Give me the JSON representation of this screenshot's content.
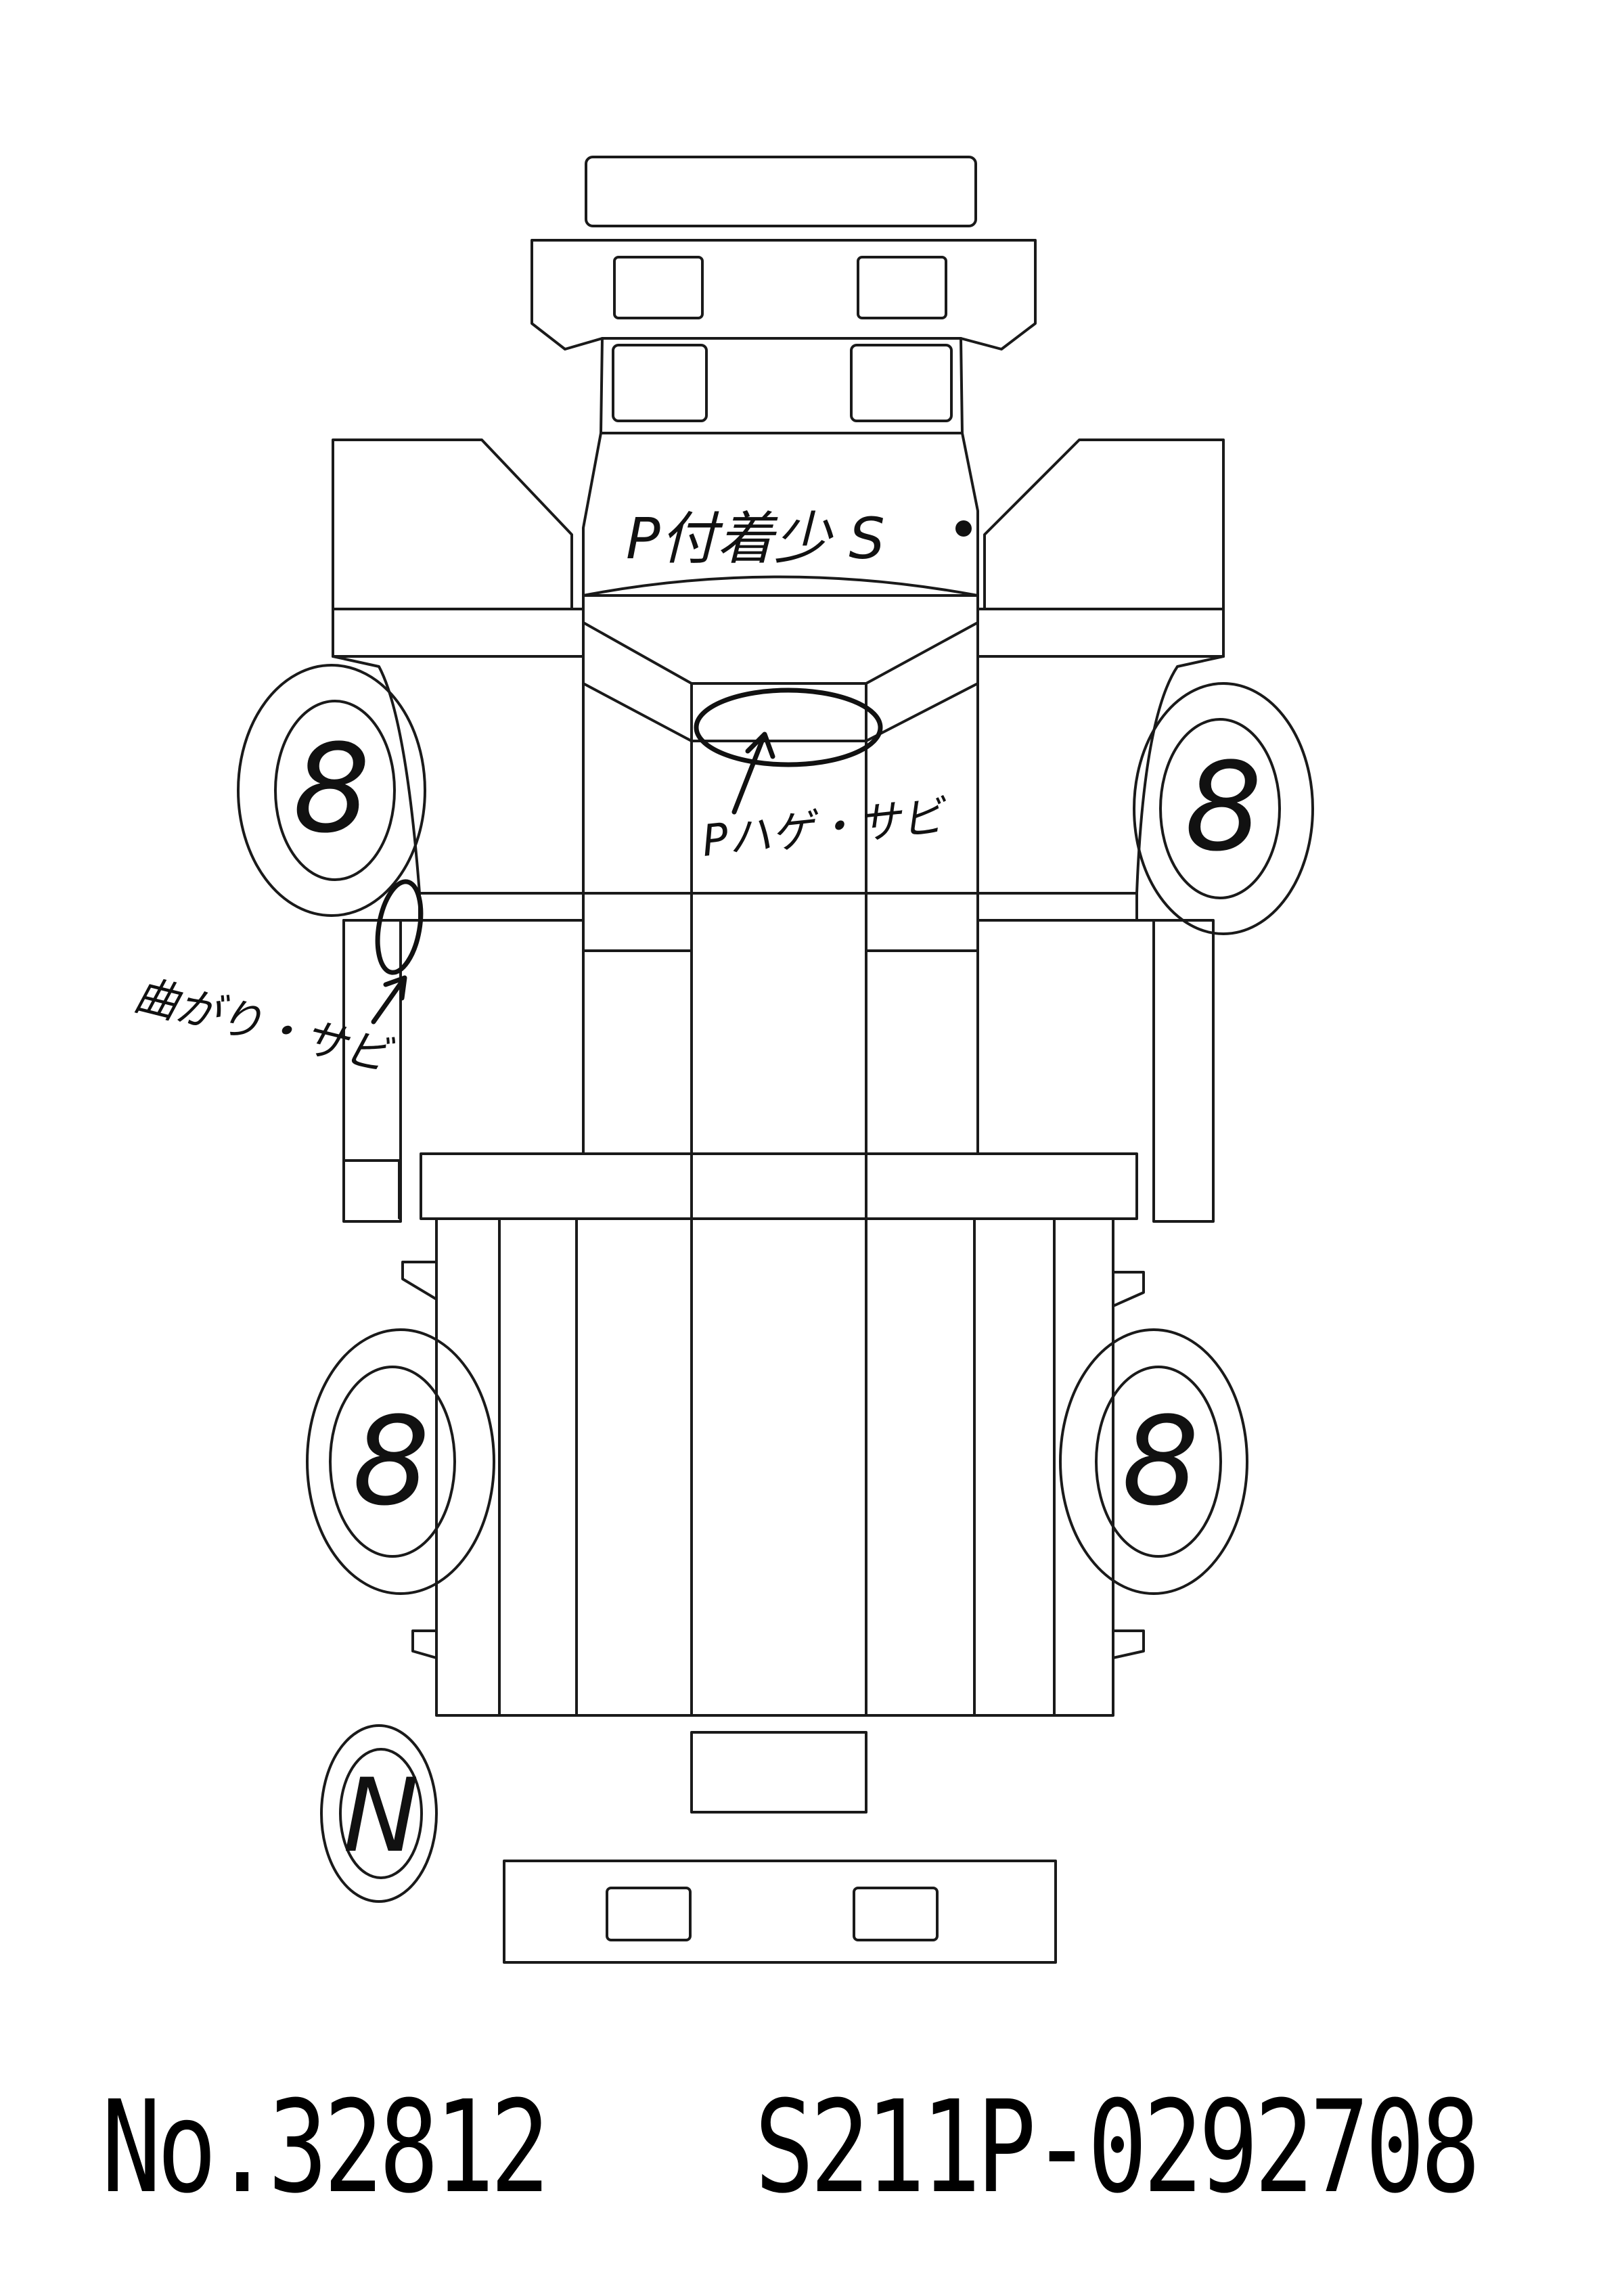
{
  "sheet": {
    "lot_number": "No.32812",
    "chassis_number": "S211P-0292708"
  },
  "annotations": {
    "roof": "P付着少 S",
    "cab_back": "Pハゲ・サビ",
    "left_side": "曲がり・サビ"
  },
  "tires": {
    "front_left": "8",
    "front_right": "8",
    "rear_left": "8",
    "rear_right": "8",
    "spare": "N"
  }
}
